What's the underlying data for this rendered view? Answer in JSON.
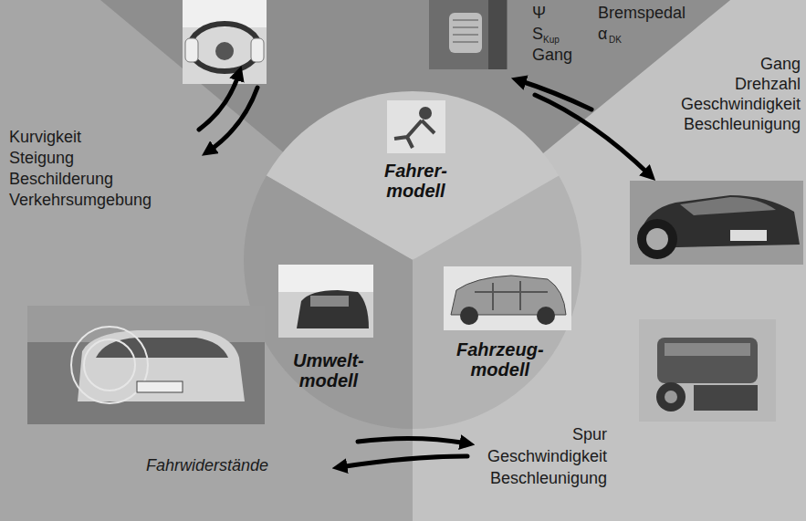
{
  "diagram": {
    "nodes": [
      {
        "text": [
          "Fahrer- modell"
        ]
      },
      {
        "text": [
          "Umwelt- modell"
        ]
      },
      {
        "text": [
          "Fahrzeug- modell"
        ]
      }
    ],
    "edges": [
      {
        "from": 1,
        "to": 0,
        "arrow": "to"
      },
      {
        "from": 0,
        "to": 1,
        "arrow": "to"
      },
      {
        "from": 2,
        "to": 0,
        "arrow": "to"
      },
      {
        "from": 0,
        "to": 2,
        "arrow": "to"
      },
      {
        "from": 1,
        "to": 2,
        "arrow": "to"
      },
      {
        "from": 2,
        "to": 1,
        "arrow": "to"
      }
    ],
    "labels": [
      "Ψ",
      "Bremspedal",
      "S",
      "Kup",
      "α",
      "DK",
      "Gang",
      "Gang",
      "Drehzahl",
      "Geschwindigkeit",
      "Beschleunigung",
      "Kurvigkeit",
      "Steigung",
      "Beschilderung",
      "Verkehrsumgebung",
      "Fahrwiderstände",
      "Spur",
      "Geschwindigkeit",
      "Beschleunigung"
    ]
  }
}
